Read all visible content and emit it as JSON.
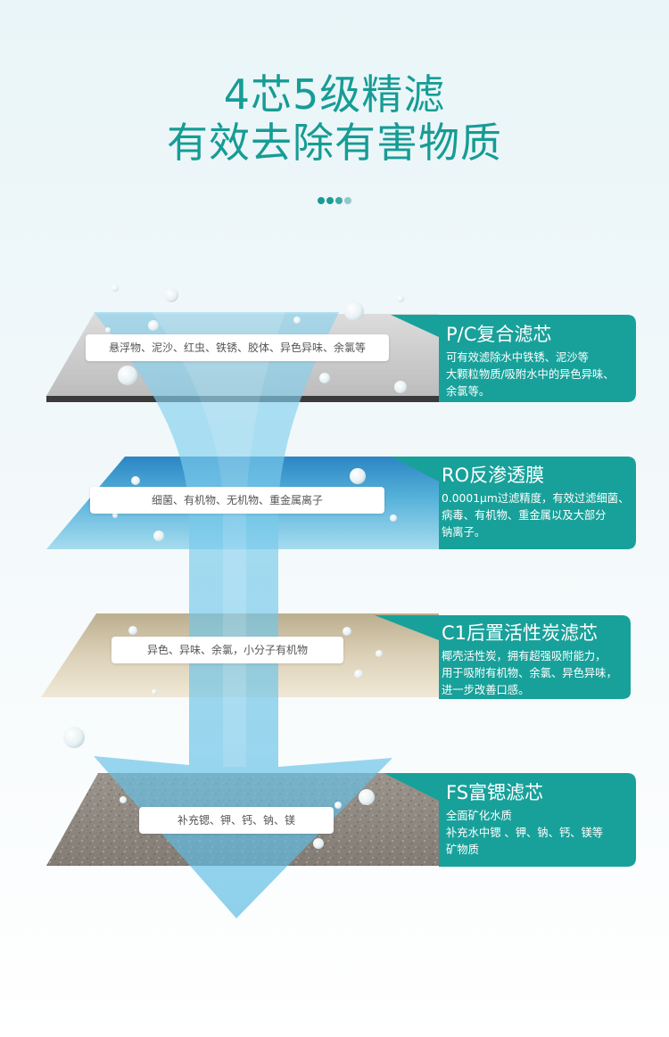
{
  "headline": {
    "line1": "4芯5级精滤",
    "line2": "有效去除有害物质"
  },
  "colors": {
    "teal": "#169c95",
    "card": "#18a19a",
    "stream": "#6fc4e4"
  },
  "layers": [
    {
      "pill": "悬浮物、泥沙、红虫、铁锈、胶体、异色异味、余氯等",
      "title": "P/C复合滤芯",
      "desc": [
        "可有效滤除水中铁锈、泥沙等",
        "大颗粒物质/吸附水中的异色异味、",
        "余氯等。"
      ]
    },
    {
      "pill": "细菌、有机物、无机物、重金属离子",
      "title": "RO反渗透膜",
      "desc": [
        "0.0001μm过滤精度，有效过滤细菌、",
        "病毒、有机物、重金属以及大部分",
        "钠离子。"
      ]
    },
    {
      "pill": "异色、异味、余氯，小分子有机物",
      "title": "C1后置活性炭滤芯",
      "desc": [
        "椰壳活性炭，拥有超强吸附能力，",
        "用于吸附有机物、余氯、异色异味，",
        "进一步改善口感。"
      ]
    },
    {
      "pill": "补充锶、钾、钙、钠、镁",
      "title": "FS富锶滤芯",
      "desc": [
        "全面矿化水质",
        "补充水中锶 、钾、钠、钙、镁等",
        "矿物质"
      ]
    }
  ]
}
